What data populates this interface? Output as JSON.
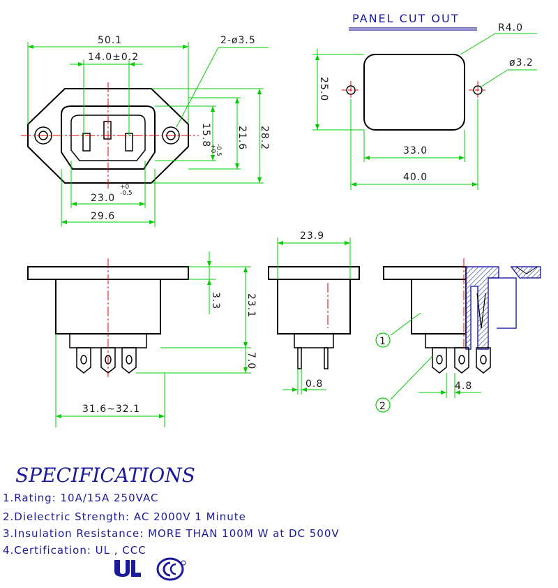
{
  "panel_cut_out": {
    "title": "PANEL  CUT  OUT",
    "radius": "R4.0",
    "hole_dia": "ø3.2",
    "height": "25.0",
    "inner_width": "33.0",
    "outer_width": "40.0"
  },
  "front_view": {
    "overall_width": "50.1",
    "holes": "2-ø3.5",
    "pin_spacing": "14.0±0.2",
    "body_height": "15.8",
    "body_height_tol_upper": "+0",
    "body_height_tol_lower": "-0.5",
    "flange_inner_height": "21.6",
    "flange_height": "28.2",
    "body_width": "23.0",
    "body_width_tol_upper": "+0",
    "body_width_tol_lower": "-0.5",
    "flange_inner_width": "29.6"
  },
  "side_views": {
    "flange_thickness": "3.3",
    "body_depth": "23.1",
    "terminal_length": "7.0",
    "panel_range": "31.6~32.1",
    "side_width": "23.9",
    "terminal_thickness": "0.8",
    "terminal_width": "4.8",
    "callout_1": "1",
    "callout_2": "2"
  },
  "specifications": {
    "title": "SPECIFICATIONS",
    "items": [
      "1.Rating:  10A/15A  250VAC",
      "2.Dielectric  Strength:  AC  2000V  1  Minute",
      "3.Insulation  Resistance:  MORE  THAN  100M W at  DC  500V",
      "4.Certification:  UL  ,  CCC"
    ]
  },
  "certifications": {
    "ul_mark": "UL",
    "ccc_mark": "CCC",
    "ul_icon": "ul-recognized-mark",
    "ccc_icon": "ccc-mark"
  },
  "colors": {
    "outline": "#000000",
    "dimension": "#00cc00",
    "centerline": "#e00000",
    "text": "#1a1a9a",
    "hatch": "#2a2aa8"
  }
}
